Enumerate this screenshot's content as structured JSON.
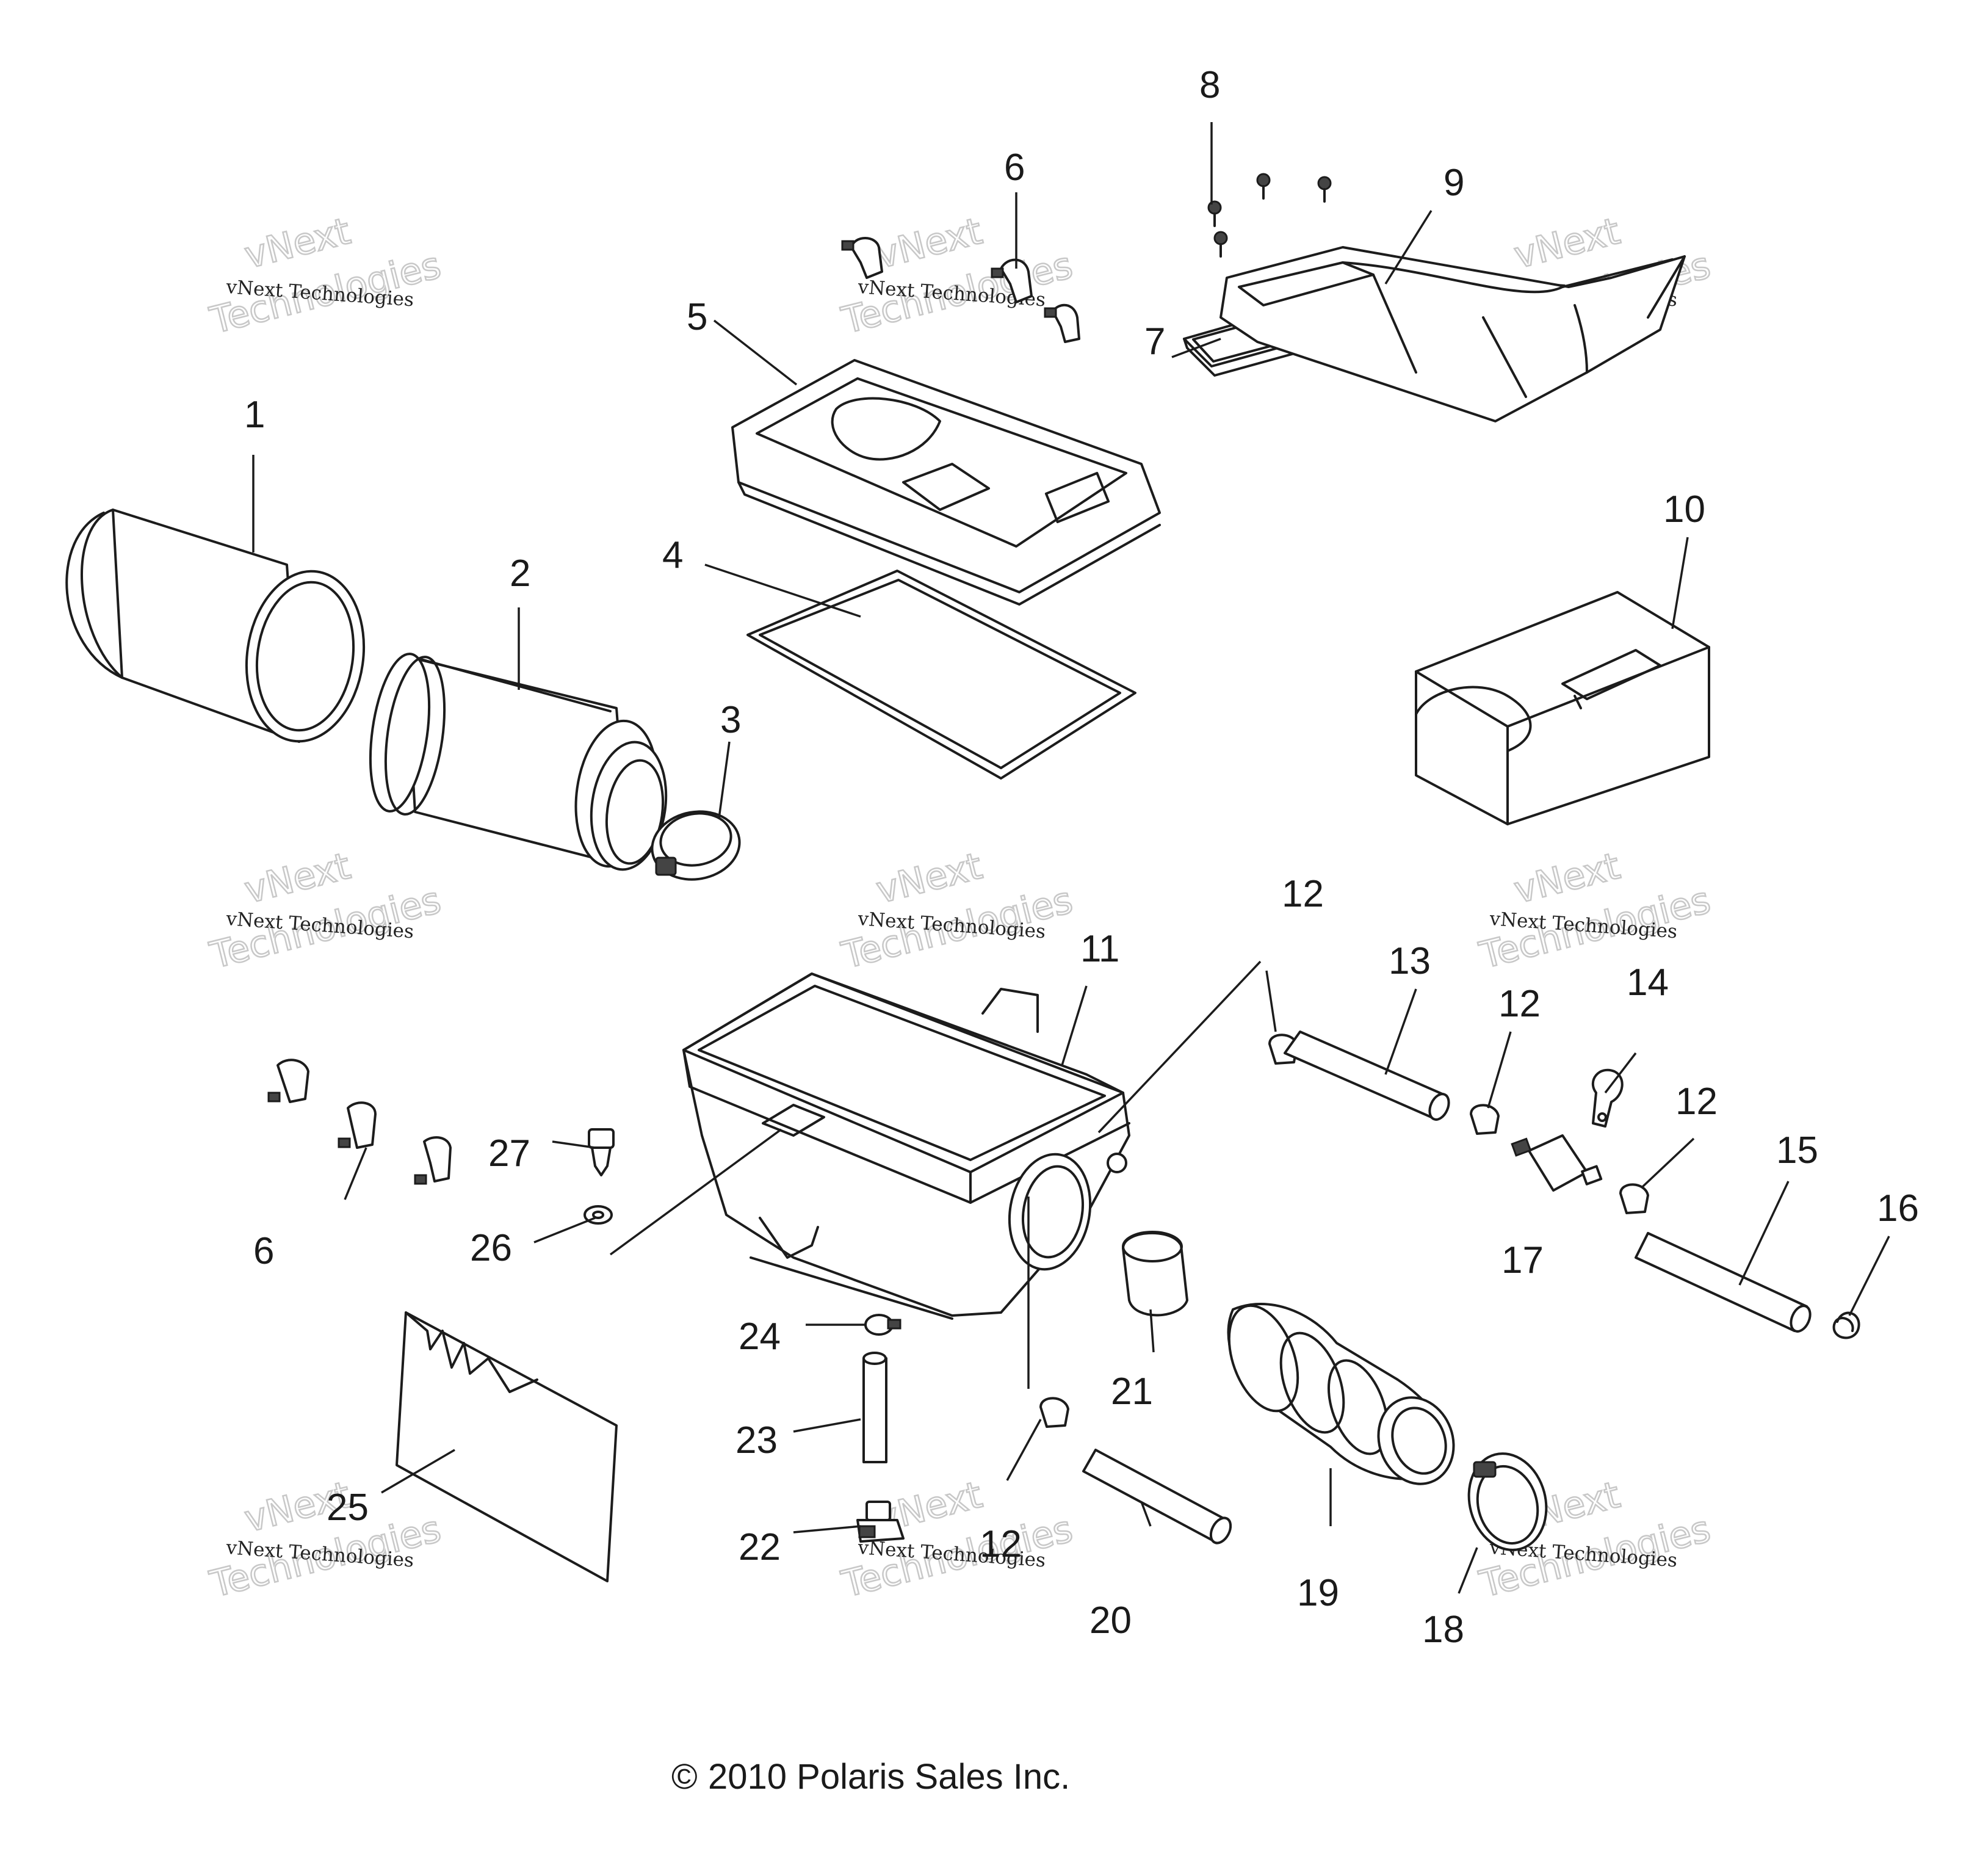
{
  "callouts": [
    {
      "id": "1",
      "label": "1"
    },
    {
      "id": "2",
      "label": "2"
    },
    {
      "id": "3",
      "label": "3"
    },
    {
      "id": "4",
      "label": "4"
    },
    {
      "id": "5",
      "label": "5"
    },
    {
      "id": "6a",
      "label": "6"
    },
    {
      "id": "6b",
      "label": "6"
    },
    {
      "id": "7",
      "label": "7"
    },
    {
      "id": "8",
      "label": "8"
    },
    {
      "id": "9",
      "label": "9"
    },
    {
      "id": "10",
      "label": "10"
    },
    {
      "id": "11",
      "label": "11"
    },
    {
      "id": "12a",
      "label": "12"
    },
    {
      "id": "12b",
      "label": "12"
    },
    {
      "id": "12c",
      "label": "12"
    },
    {
      "id": "12d",
      "label": "12"
    },
    {
      "id": "13",
      "label": "13"
    },
    {
      "id": "14",
      "label": "14"
    },
    {
      "id": "15",
      "label": "15"
    },
    {
      "id": "16",
      "label": "16"
    },
    {
      "id": "17",
      "label": "17"
    },
    {
      "id": "18",
      "label": "18"
    },
    {
      "id": "19",
      "label": "19"
    },
    {
      "id": "20",
      "label": "20"
    },
    {
      "id": "21",
      "label": "21"
    },
    {
      "id": "22",
      "label": "22"
    },
    {
      "id": "23",
      "label": "23"
    },
    {
      "id": "24",
      "label": "24"
    },
    {
      "id": "25",
      "label": "25"
    },
    {
      "id": "26",
      "label": "26"
    },
    {
      "id": "27",
      "label": "27"
    }
  ],
  "watermark": {
    "line_small": "vNext Technologies",
    "line_big_1": "vNext",
    "line_big_2": "Technologies"
  },
  "copyright": "2010 Polaris Sales Inc.",
  "copyright_symbol": "©"
}
